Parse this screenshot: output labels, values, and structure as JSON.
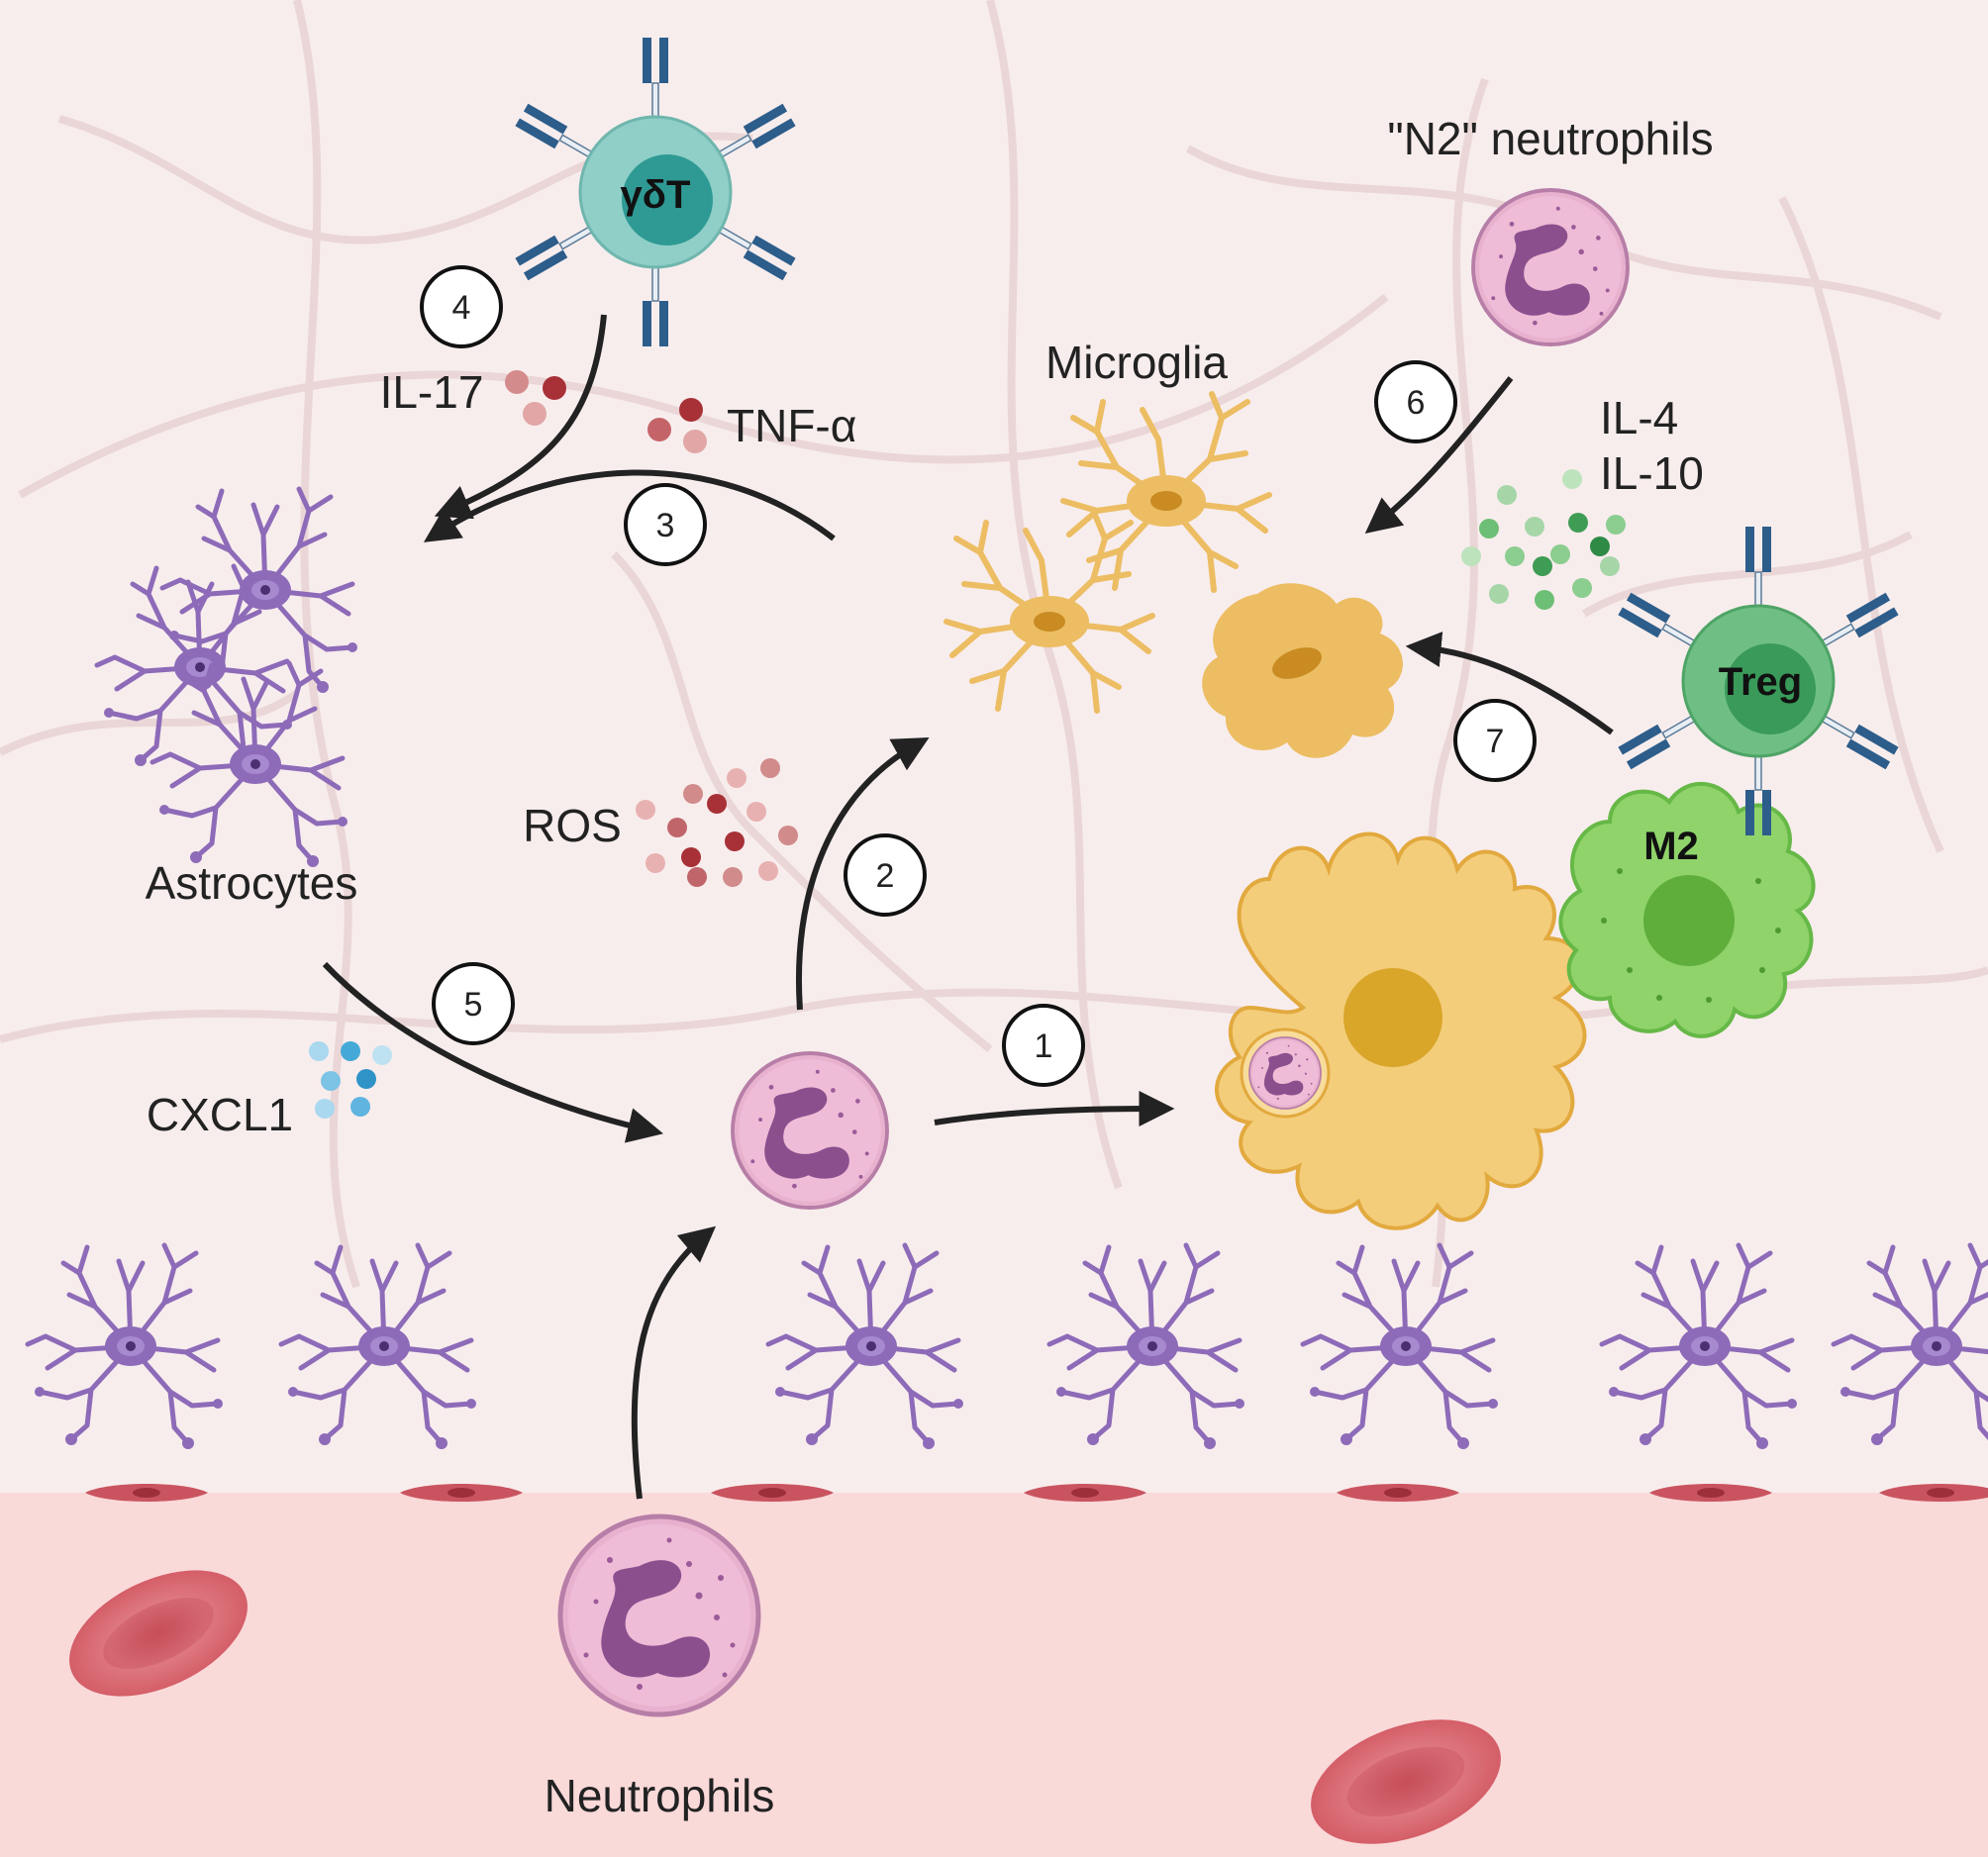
{
  "labels": {
    "gdt": "γδT",
    "treg": "Treg",
    "m2": "M2",
    "n2": "\"N2\" neutrophils",
    "microglia": "Microglia",
    "astrocytes": "Astrocytes",
    "neutrophils": "Neutrophils",
    "il17": "IL-17",
    "tnfa": "TNF-α",
    "ros": "ROS",
    "cxcl1": "CXCL1",
    "il4": "IL-4",
    "il10": "IL-10"
  },
  "steps": {
    "s1": "1",
    "s2": "2",
    "s3": "3",
    "s4": "4",
    "s5": "5",
    "s6": "6",
    "s7": "7"
  },
  "colors": {
    "background": "#f8eded",
    "vessel": "#fad9d9",
    "astrocyte": "#8d6bb8",
    "microglia": "#ecbd63",
    "macrophage": "#f3cd7a",
    "neutrophil": "#e8b2cf",
    "neutrophil_nucleus": "#8b4f8e",
    "gdt": "#8fcfc8",
    "treg": "#6fbf84",
    "m2": "#8fd36a",
    "antibody": "#2d5d8a",
    "ros": "#b03a45",
    "cxcl1": "#45a9d8",
    "il4_il10": "#3f9c55",
    "rbc": "#d96a73",
    "endothelial": "#c9545f",
    "arrow": "#222222"
  }
}
